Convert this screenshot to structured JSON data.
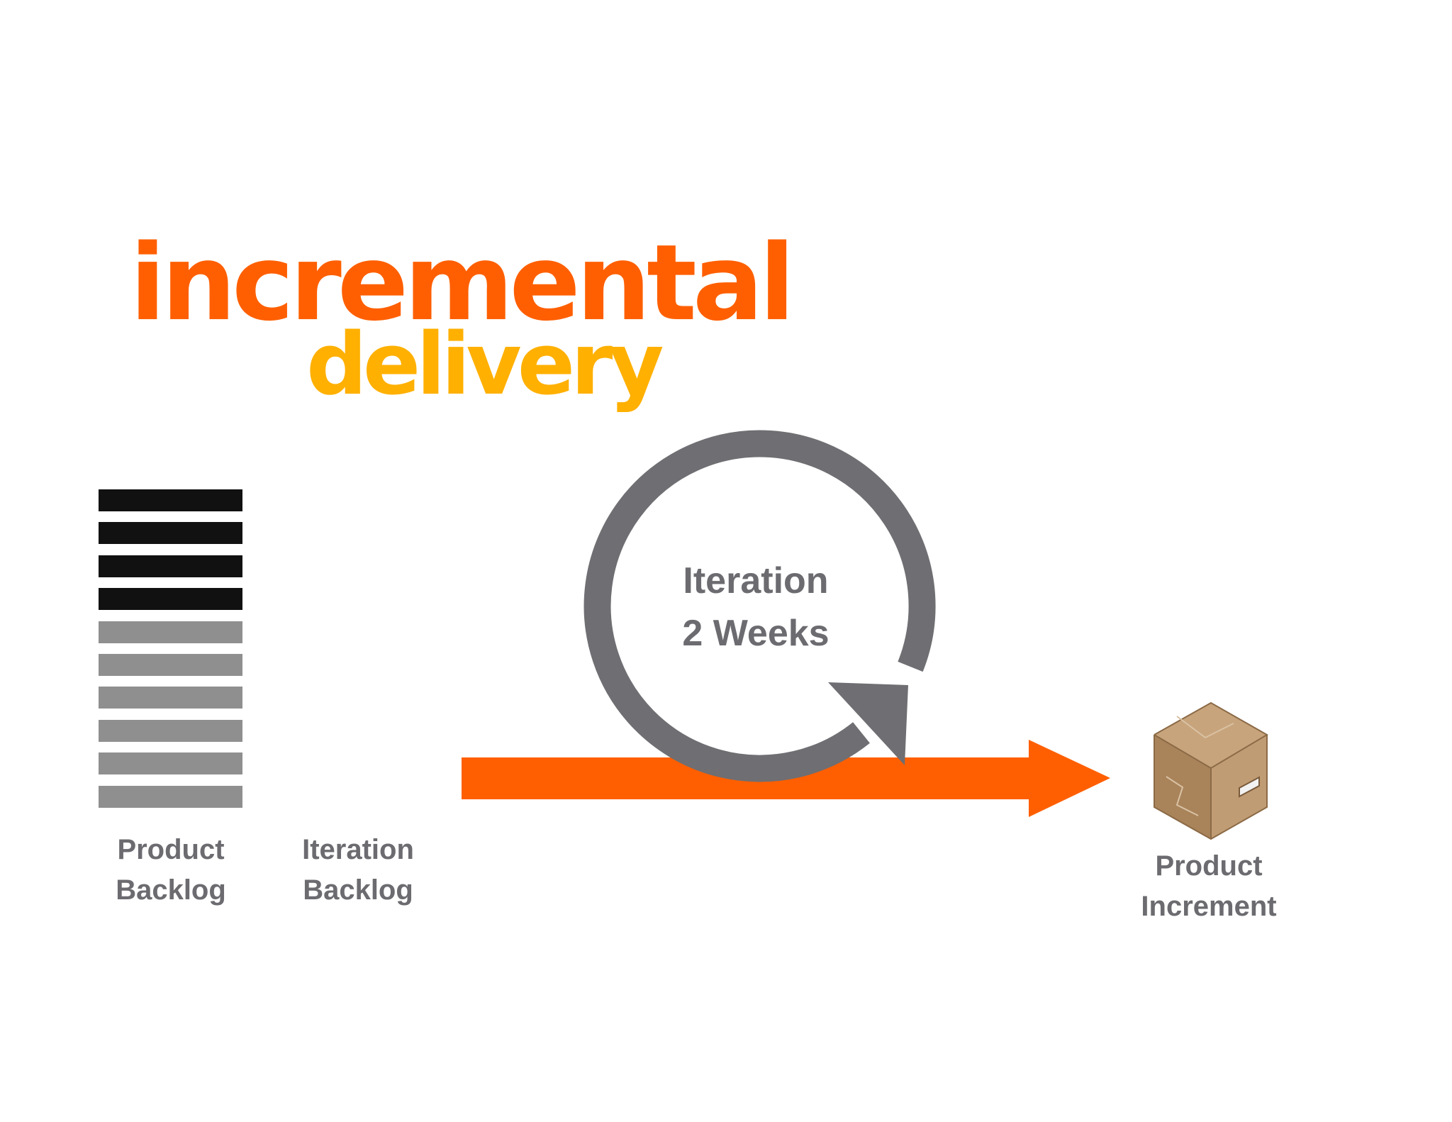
{
  "title": {
    "line1": "incremental",
    "line2": "delivery"
  },
  "colors": {
    "orange": "#ff5f00",
    "amber": "#ffb000",
    "gray_text": "#6b6b70",
    "loop_gray": "#6f6e72",
    "bar_black": "#111111",
    "bar_gray": "#8f8f8f",
    "box_brown": "#b8936a"
  },
  "backlog": {
    "dark_items": 4,
    "light_items": 6
  },
  "labels": {
    "product_backlog": [
      "Product",
      "Backlog"
    ],
    "iteration_backlog": [
      "Iteration",
      "Backlog"
    ],
    "iteration_center": [
      "Iteration",
      "2 Weeks"
    ],
    "product_increment": [
      "Product",
      "Increment"
    ]
  },
  "icons": {
    "loop": "circular-arrow-icon",
    "flow": "right-arrow-icon",
    "increment": "cardboard-box-icon"
  }
}
